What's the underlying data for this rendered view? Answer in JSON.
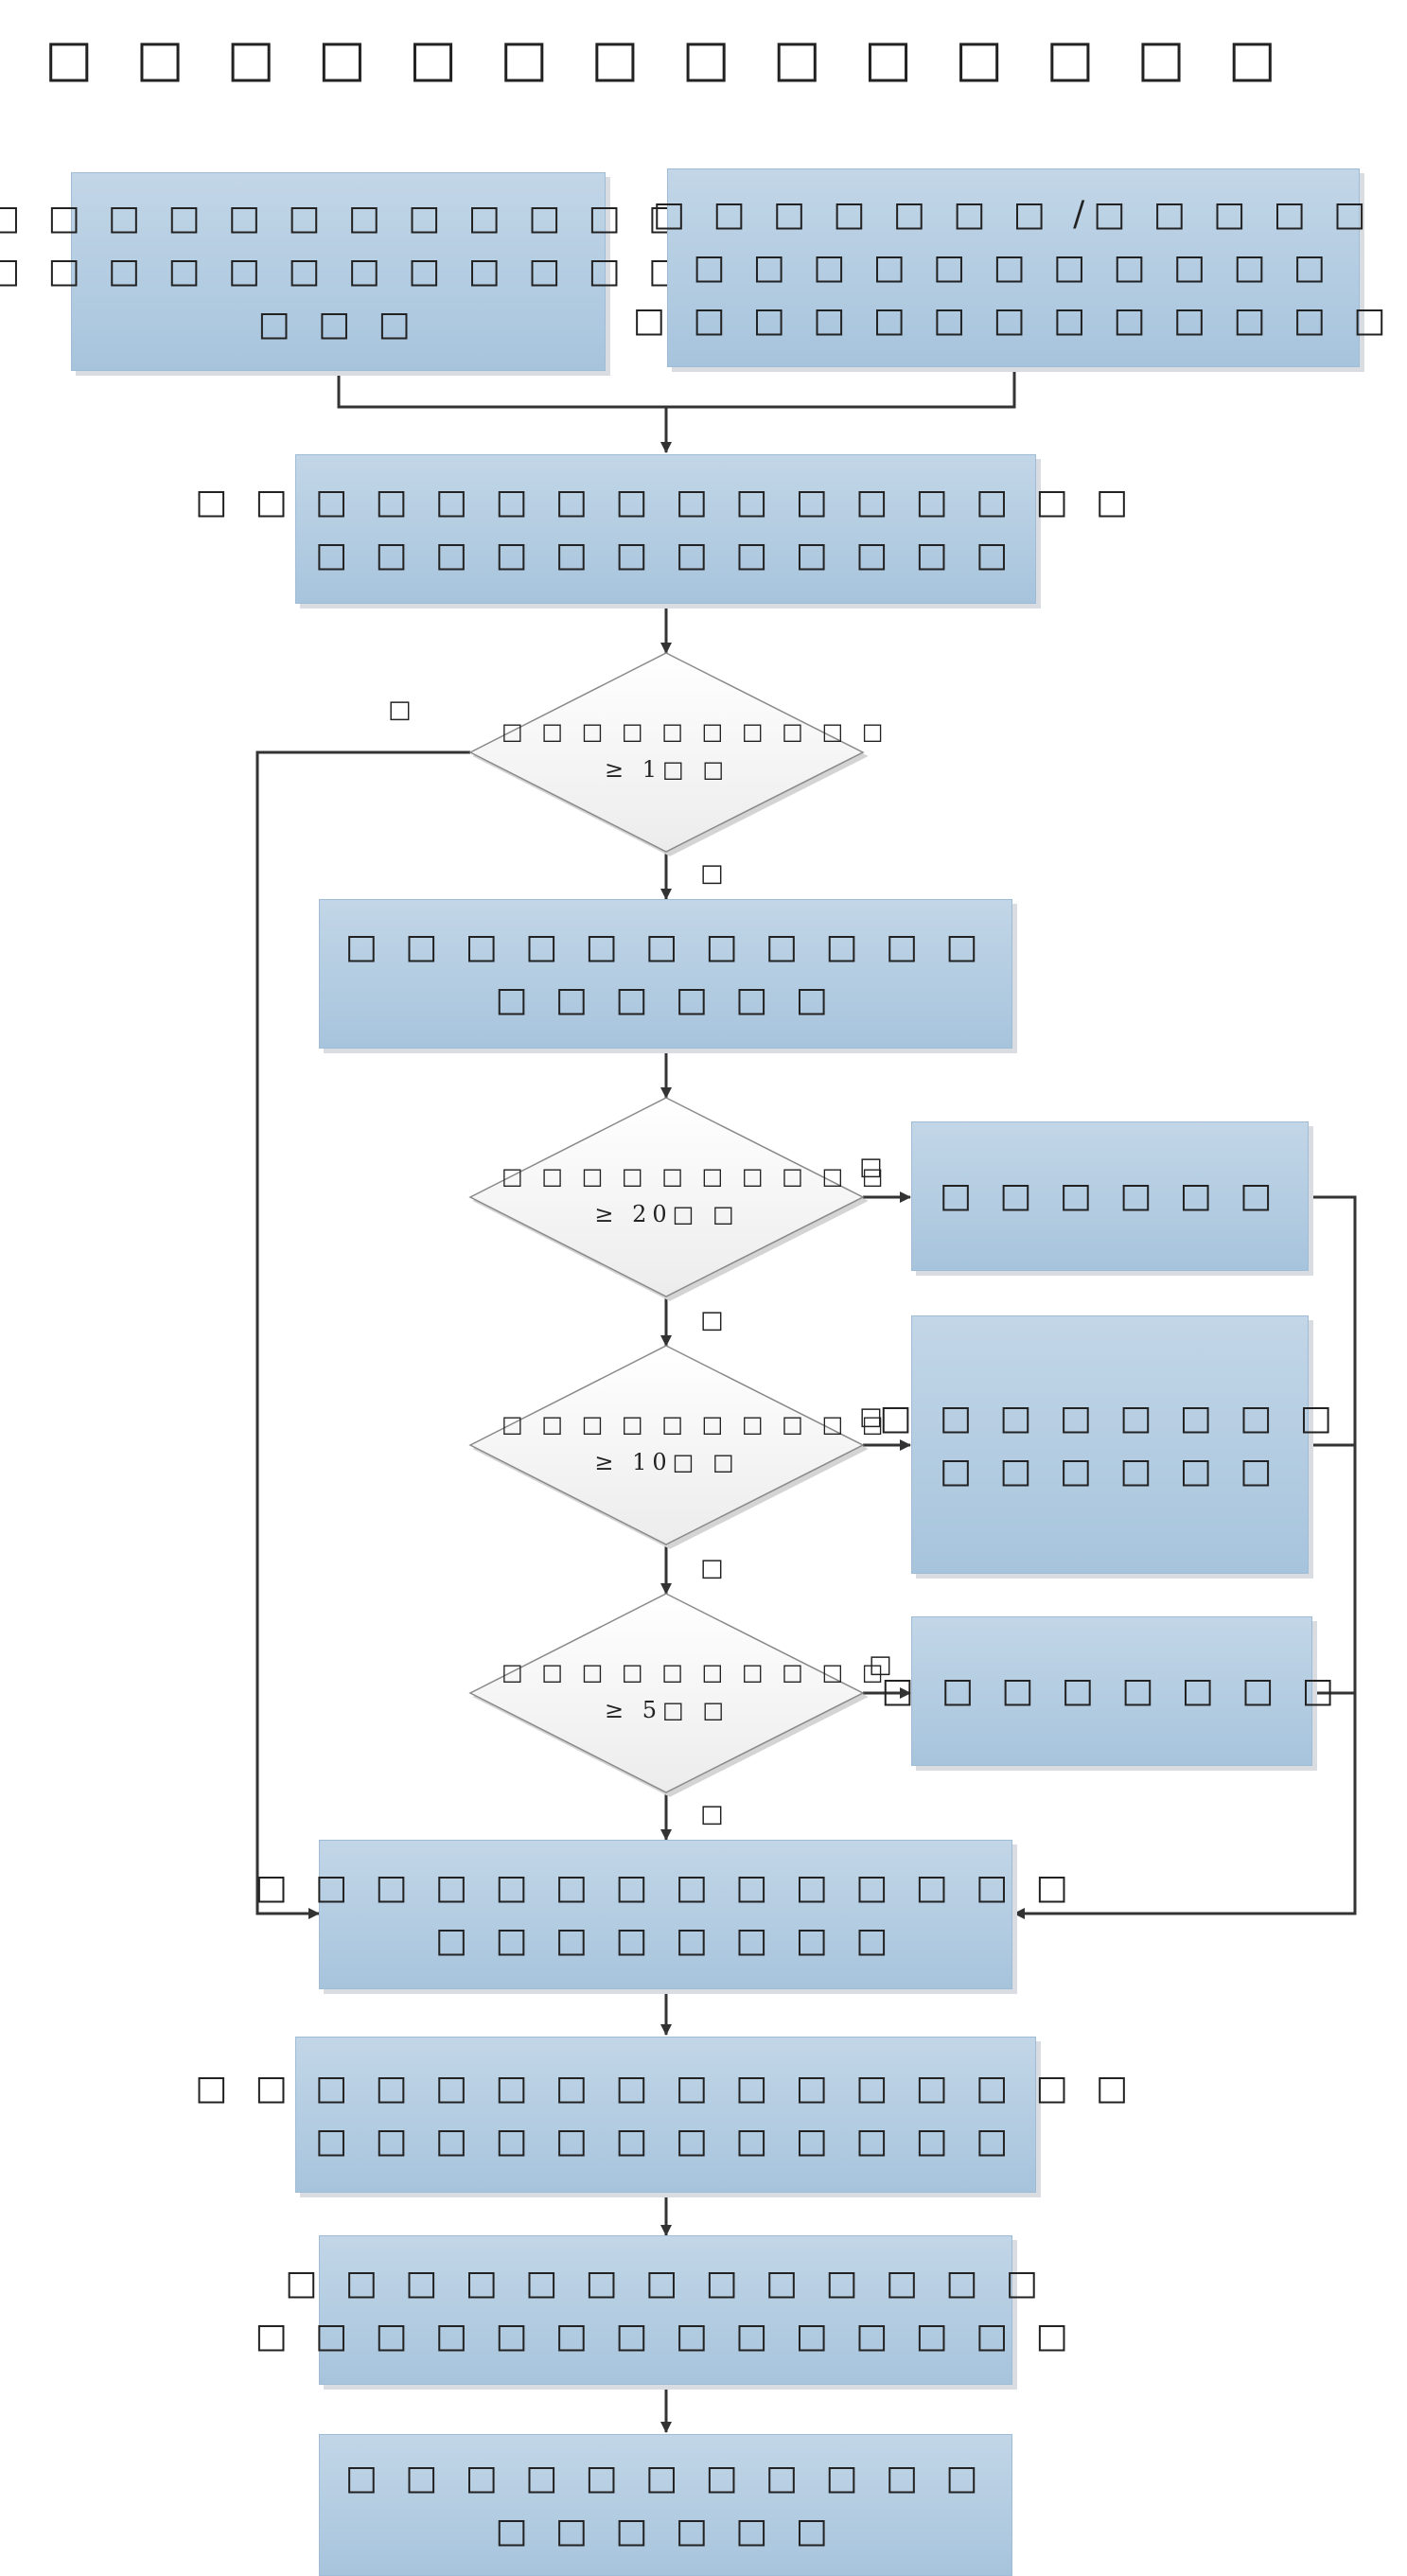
{
  "title": "□ □ □ □ □ □ □ □ □ □ □ □ □ □",
  "boxes": {
    "input_left": [
      "□ □ □ □ □ □ □ □ □ □ □ □",
      "□ □ □ □ □ □ □ □ □ □ □ □",
      "□ □ □"
    ],
    "input_right": [
      "□ □ □ □ □ □ □ /□ □ □ □ □",
      "□ □ □ □ □ □ □ □ □ □ □",
      "□ □ □ □ □ □ □ □ □ □ □ □ □"
    ],
    "step1": [
      "□ □ □ □ □ □ □ □ □ □ □ □ □ □ □ □",
      "□ □ □ □ □ □ □ □ □ □ □ □"
    ],
    "step2": [
      "□ □ □ □ □ □ □ □ □ □ □",
      "□ □ □ □ □ □"
    ],
    "result_20": [
      "□ □ □ □ □ □"
    ],
    "result_10": [
      "□ □ □ □ □ □ □ □",
      "□ □ □ □ □ □"
    ],
    "result_5": [
      "□ □ □ □ □ □ □ □"
    ],
    "merge": [
      "□ □ □ □ □ □ □ □ □ □ □ □ □ □",
      "□ □ □ □ □ □ □ □"
    ],
    "step3": [
      "□ □ □ □ □ □ □ □ □ □ □ □ □ □ □ □",
      "□ □ □ □ □ □ □ □ □ □ □ □"
    ],
    "step4": [
      "□ □ □ □ □ □ □ □ □ □ □ □ □",
      "□ □ □ □ □ □ □ □ □ □ □ □ □ □"
    ],
    "step5": [
      "□ □ □ □ □ □ □ □ □ □ □",
      "□ □ □ □ □ □"
    ]
  },
  "decisions": {
    "d1": [
      "□ □ □ □ □ □ □ □ □ □",
      "≥ 1□ □"
    ],
    "d2": [
      "□ □ □ □ □ □ □ □ □ □",
      "≥ 20□ □"
    ],
    "d3": [
      "□ □ □ □ □ □ □ □ □ □",
      "≥ 10□ □"
    ],
    "d4": [
      "□ □ □ □ □ □ □ □ □ □",
      "≥ 5□ □"
    ]
  },
  "labels": {
    "d1_no": "□",
    "d1_yes": "□",
    "d2_yes": "□",
    "d2_no": "□",
    "d3_yes": "□",
    "d3_no": "□",
    "d4_yes": "□",
    "d4_no": "□"
  },
  "colors": {
    "box_top": "#c2d6e7",
    "box_bottom": "#a7c4dd",
    "line": "#333333",
    "diamond": "#f3f3f3"
  }
}
